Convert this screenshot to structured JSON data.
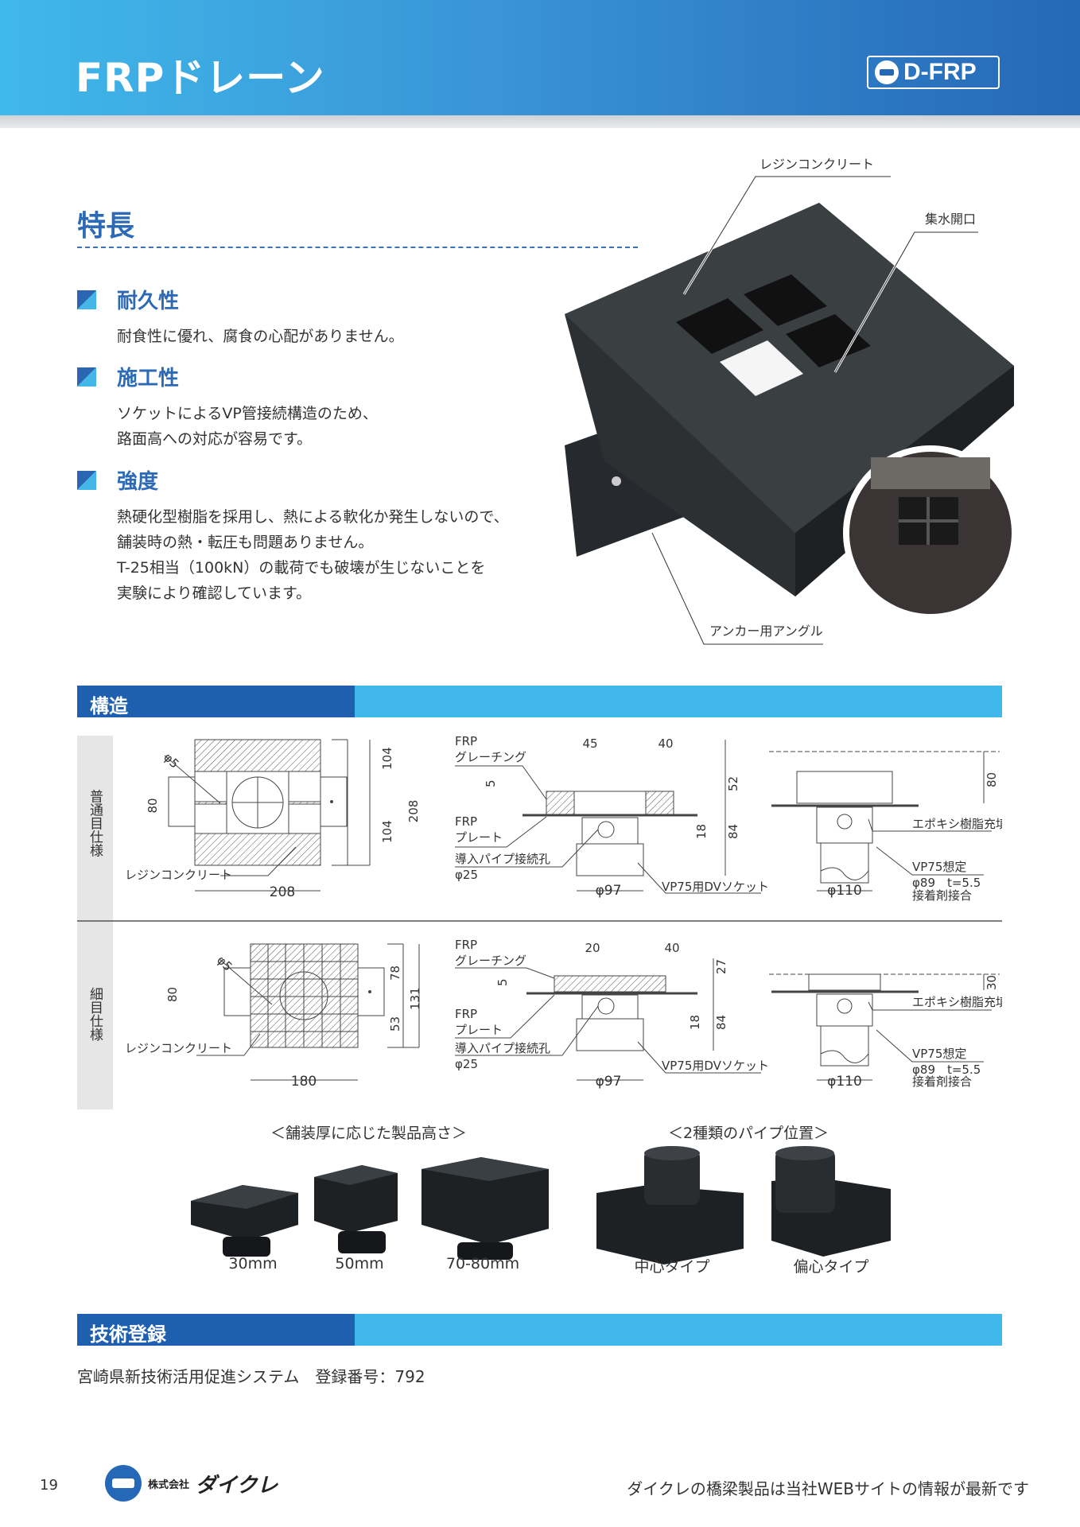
{
  "header": {
    "title": "FRPドレーン",
    "badge": "D-FRP"
  },
  "features": {
    "section_title": "特長",
    "items": [
      {
        "title": "耐久性",
        "lines": [
          "耐食性に優れ、腐食の心配がありません。"
        ]
      },
      {
        "title": "施工性",
        "lines": [
          "ソケットによるVP管接続構造のため、",
          "路面高への対応が容易です。"
        ]
      },
      {
        "title": "強度",
        "lines": [
          "熱硬化型樹脂を採用し、熱による軟化か発生しないので、",
          "舗装時の熱・転圧も問題ありません。",
          "T-25相当（100kN）の載荷でも破壊が生じないことを",
          "実験により確認しています。"
        ]
      }
    ]
  },
  "photo": {
    "callouts": {
      "resin": "レジンコンクリート",
      "inlet": "集水開口",
      "anchor": "アンカー用アングル"
    }
  },
  "structure": {
    "title": "構造",
    "row1": {
      "label": "普通目仕様",
      "phi5": "φ5",
      "d80": "80",
      "d104a": "104",
      "d104b": "104",
      "d208v": "208",
      "d208h": "208",
      "resin": "レジンコンクリート",
      "frp_grating_1": "FRP",
      "frp_grating_2": "グレーチング",
      "frp_plate_1": "FRP",
      "frp_plate_2": "プレート",
      "pipe_hole": "導入パイプ接続孔",
      "phi25": "φ25",
      "d45": "45",
      "d40": "40",
      "d5": "5",
      "d52": "52",
      "d18": "18",
      "d84": "84",
      "phi97": "φ97",
      "socket": "VP75用DVソケット",
      "d80r": "80",
      "epoxy": "エポキシ樹脂充填",
      "vp75": "VP75想定",
      "spec": "φ89　t=5.5",
      "adhesive": "接着剤接合",
      "phi110": "φ110"
    },
    "row2": {
      "label": "細目仕様",
      "phi5": "φ5",
      "d80": "80",
      "d78": "78",
      "d53": "53",
      "d131": "131",
      "d180": "180",
      "resin": "レジンコンクリート",
      "frp_grating_1": "FRP",
      "frp_grating_2": "グレーチング",
      "frp_plate_1": "FRP",
      "frp_plate_2": "プレート",
      "pipe_hole": "導入パイプ接続孔",
      "phi25": "φ25",
      "d20": "20",
      "d40": "40",
      "d5": "5",
      "d27": "27",
      "d18": "18",
      "d84": "84",
      "phi97": "φ97",
      "socket": "VP75用DVソケット",
      "d30": "30",
      "epoxy": "エポキシ樹脂充填",
      "vp75": "VP75想定",
      "spec": "φ89　t=5.5",
      "adhesive": "接着剤接合",
      "phi110": "φ110"
    }
  },
  "products": {
    "heights_caption": "＜舗装厚に応じた製品高さ＞",
    "pipes_caption": "＜2種類のパイプ位置＞",
    "labels": [
      "30mm",
      "50mm",
      "70-80mm",
      "中心タイプ",
      "偏心タイプ"
    ]
  },
  "registration": {
    "title": "技術登録",
    "text": "宮崎県新技術活用促進システム　登録番号：792"
  },
  "footer": {
    "page": "19",
    "company_small": "株式会社",
    "company_big": "ダイクレ",
    "note": "ダイクレの橋梁製品は当社WEBサイトの情報が最新です"
  }
}
